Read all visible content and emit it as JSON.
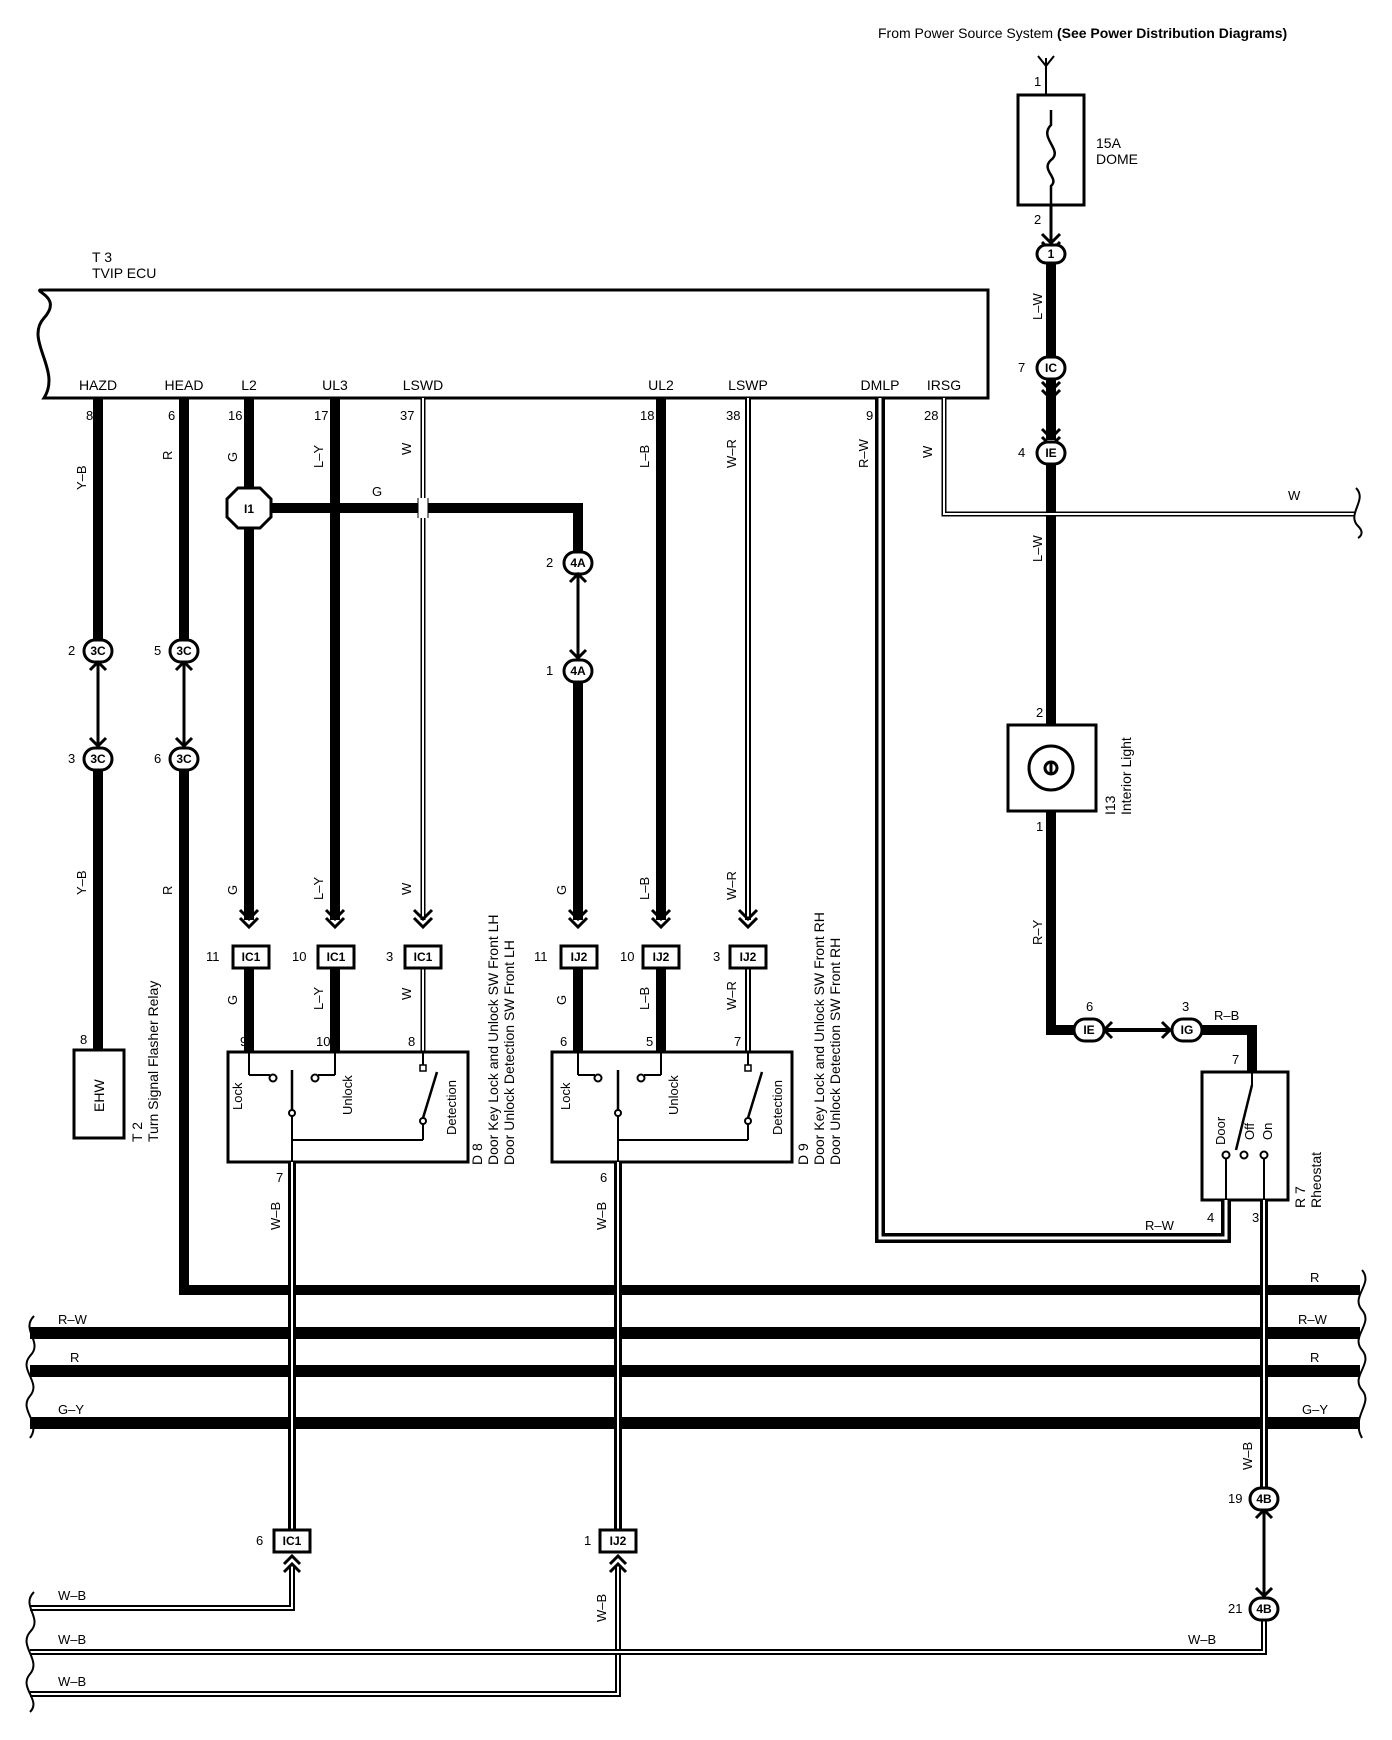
{
  "header": {
    "note_plain": "From Power Source System ",
    "note_bold": "(See Power Distribution Diagrams)"
  },
  "fuse": {
    "pin_in": "1",
    "pin_out": "2",
    "rating": "15A",
    "name": "DOME"
  },
  "ecu": {
    "code": "T 3",
    "name": "TVIP ECU",
    "terminals": [
      "HAZD",
      "HEAD",
      "L2",
      "UL3",
      "LSWD",
      "UL2",
      "LSWP",
      "DMLP",
      "IRSG"
    ],
    "pins": [
      "8",
      "6",
      "16",
      "17",
      "37",
      "18",
      "38",
      "9",
      "28"
    ]
  },
  "wire_colors": {
    "yb": "Y–B",
    "r": "R",
    "g": "G",
    "ly": "L–Y",
    "w": "W",
    "lb": "L–B",
    "wr": "W–R",
    "rw": "R–W",
    "lw": "L–W",
    "ry": "R–Y",
    "rb": "R–B",
    "wb": "W–B",
    "gy": "G–Y"
  },
  "junctions": {
    "i1": "I1"
  },
  "connectors": {
    "c1": "1",
    "ic": "IC",
    "ie": "IE",
    "ig": "IG",
    "c3c": "3C",
    "c4a": "4A",
    "c4b": "4B",
    "ic1": "IC1",
    "ij2": "IJ2"
  },
  "pins": {
    "p1": "1",
    "p2": "2",
    "p3": "3",
    "p4": "4",
    "p5": "5",
    "p6": "6",
    "p7": "7",
    "p8": "8",
    "p9": "9",
    "p10": "10",
    "p11": "11",
    "p19": "19",
    "p21": "21"
  },
  "flasher": {
    "code": "T 2",
    "name": "Turn Signal Flasher Relay",
    "terminal": "EHW",
    "pin": "8"
  },
  "d8": {
    "code": "D 8",
    "line1": "Door Key Lock and Unlock SW Front LH",
    "line2": "Door Unlock Detection SW Front LH",
    "lock": "Lock",
    "unlock": "Unlock",
    "detection": "Detection"
  },
  "d9": {
    "code": "D 9",
    "line1": "Door Key Lock and Unlock SW Front RH",
    "line2": "Door Unlock Detection SW Front RH",
    "lock": "Lock",
    "unlock": "Unlock",
    "detection": "Detection"
  },
  "light": {
    "code": "I13",
    "name": "Interior Light"
  },
  "rheostat": {
    "code": "R 7",
    "name": "Rheostat",
    "door": "Door",
    "off": "Off",
    "on": "On"
  }
}
